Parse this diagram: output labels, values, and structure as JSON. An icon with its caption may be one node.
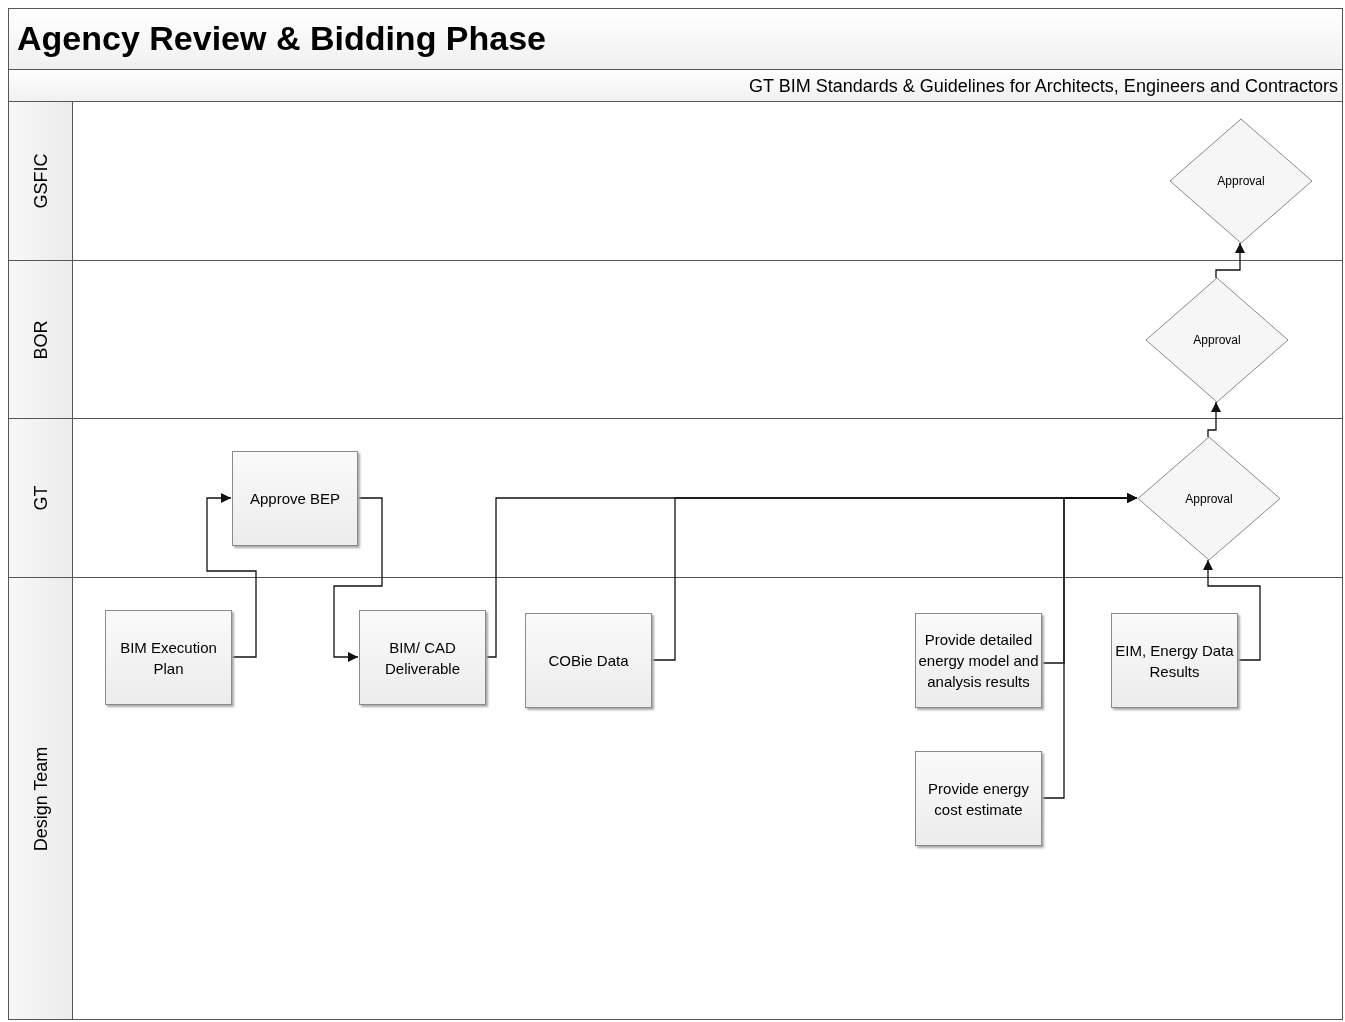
{
  "diagram": {
    "title": "Agency Review & Bidding Phase",
    "nodes": [
      {
        "text": [
          "GSFIC"
        ]
      },
      {
        "text": [
          "BOR"
        ]
      },
      {
        "text": [
          "GT"
        ]
      },
      {
        "text": [
          "Design Team"
        ]
      },
      {
        "text": [
          "Approval"
        ],
        "in": 0
      },
      {
        "text": [
          "Approval"
        ],
        "in": 1
      },
      {
        "text": [
          "Approve BEP"
        ],
        "in": 2
      },
      {
        "text": [
          "Approval"
        ],
        "in": 2
      },
      {
        "text": [
          "BIM Execution Plan"
        ],
        "in": 3
      },
      {
        "text": [
          "BIM/ CAD Deliverable"
        ],
        "in": 3
      },
      {
        "text": [
          "COBie Data"
        ],
        "in": 3
      },
      {
        "text": [
          "Provide detailed energy model and analysis results"
        ],
        "in": 3
      },
      {
        "text": [
          "EIM, Energy Data Results"
        ],
        "in": 3
      },
      {
        "text": [
          "Provide energy cost estimate"
        ],
        "in": 3
      }
    ],
    "edges": [
      {
        "from": 8,
        "to": 6,
        "arrow": "to"
      },
      {
        "from": 6,
        "to": 9,
        "arrow": "to"
      },
      {
        "from": 9,
        "to": 7,
        "arrow": "to"
      },
      {
        "from": 10,
        "to": 7,
        "arrow": "to"
      },
      {
        "from": 11,
        "to": 7,
        "arrow": "to"
      },
      {
        "from": 13,
        "to": 7,
        "arrow": "to"
      },
      {
        "from": 12,
        "to": 7,
        "arrow": "to"
      },
      {
        "from": 7,
        "to": 5,
        "arrow": "to"
      },
      {
        "from": 5,
        "to": 4,
        "arrow": "to"
      }
    ],
    "labels": [
      "GT BIM Standards & Guidelines for Architects, Engineers and Contractors"
    ]
  }
}
